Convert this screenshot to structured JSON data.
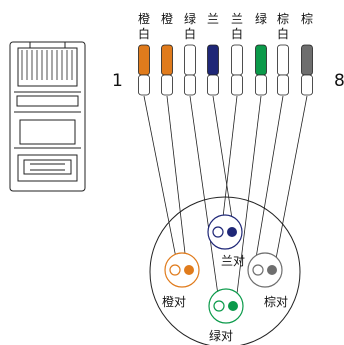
{
  "pins": [
    {
      "label": "橙",
      "sub": "白",
      "color": "#E07B1C",
      "stripe": true
    },
    {
      "label": "橙",
      "sub": "",
      "color": "#E07B1C",
      "stripe": false
    },
    {
      "label": "绿",
      "sub": "白",
      "color": "#ffffff",
      "stripe": false
    },
    {
      "label": "兰",
      "sub": "",
      "color": "#1F2777",
      "stripe": false
    },
    {
      "label": "兰",
      "sub": "白",
      "color": "#ffffff",
      "stripe": false
    },
    {
      "label": "绿",
      "sub": "",
      "color": "#0B9A4A",
      "stripe": false
    },
    {
      "label": "棕",
      "sub": "白",
      "color": "#ffffff",
      "stripe": false
    },
    {
      "label": "棕",
      "sub": "",
      "color": "#6E6E6E",
      "stripe": false
    }
  ],
  "pin_start_label": "1",
  "pin_end_label": "8",
  "pairs": {
    "orange": {
      "label": "橙对",
      "solid": "#E07B1C",
      "ring": "#E07B1C"
    },
    "blue": {
      "label": "兰对",
      "solid": "#1F2777",
      "ring": "#1F2777"
    },
    "green": {
      "label": "绿对",
      "solid": "#0B9A4A",
      "ring": "#0B9A4A"
    },
    "brown": {
      "label": "棕对",
      "solid": "#6E6E6E",
      "ring": "#6E6E6E"
    }
  },
  "colors": {
    "stroke": "#222222",
    "orange": "#E07B1C",
    "blue": "#1F2777",
    "green": "#0B9A4A",
    "brown": "#6E6E6E"
  }
}
